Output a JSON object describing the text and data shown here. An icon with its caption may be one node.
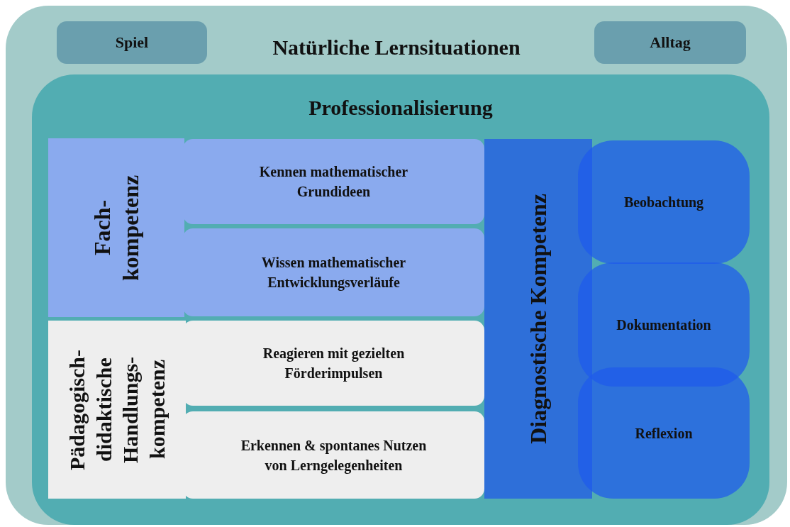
{
  "diagram": {
    "nodes": [
      {
        "text": [
          "Natürliche Lernsituationen"
        ]
      },
      {
        "text": [
          "Spiel"
        ],
        "in": 0
      },
      {
        "text": [
          "Alltag"
        ],
        "in": 0
      },
      {
        "text": [
          "Professionalisierung"
        ],
        "in": 0
      },
      {
        "text": [
          "Fach- kompetenz"
        ],
        "in": 3
      },
      {
        "text": [
          "Kennen mathematischer Grundideen"
        ],
        "in": 3
      },
      {
        "text": [
          "Wissen mathematischer Entwicklungsverläufe"
        ],
        "in": 3
      },
      {
        "text": [
          "Pädagogisch- didaktische Handlungs- kompetenz"
        ],
        "in": 3
      },
      {
        "text": [
          "Reagieren mit gezielten Förderimpulsen"
        ],
        "in": 3
      },
      {
        "text": [
          "Erkennen & spontanes Nutzen von Lerngelegenheiten"
        ],
        "in": 3
      },
      {
        "text": [
          "Diagnostische Kompetenz"
        ],
        "in": 3
      },
      {
        "text": [
          "Beobachtung"
        ],
        "in": 3
      },
      {
        "text": [
          "Dokumentation"
        ],
        "in": 3
      },
      {
        "text": [
          "Reflexion"
        ],
        "in": 3
      }
    ],
    "edges": []
  }
}
